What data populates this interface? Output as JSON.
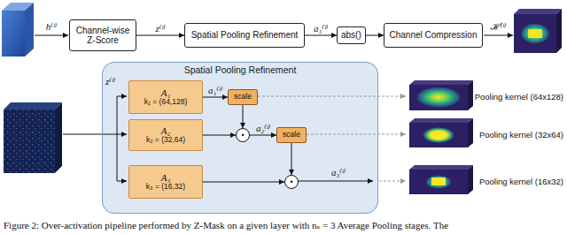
{
  "diagram": {
    "caption": "Figure 2: Over-activation pipeline performed by Z-Mask on a given layer with nₛ = 3 Average Pooling stages. The",
    "nodes": [
      {
        "text": [
          "Channel-wise Z-Score"
        ]
      },
      {
        "text": [
          "Spatial Pooling Refinement"
        ]
      },
      {
        "text": [
          "abs()"
        ]
      },
      {
        "text": [
          "Channel Compression"
        ]
      },
      {
        "text": [
          "Spatial Pooling Refinement"
        ]
      },
      {
        "text": [
          "A₁",
          "k₁ = (64,128)"
        ],
        "in": 4
      },
      {
        "text": [
          "A₂",
          "k₂ = (32,64)"
        ],
        "in": 4
      },
      {
        "text": [
          "A₃",
          "k₃ = (16,32)"
        ],
        "in": 4
      },
      {
        "text": [
          "scale"
        ],
        "in": 4
      },
      {
        "text": [
          "•"
        ],
        "in": 4
      },
      {
        "text": [
          "scale"
        ],
        "in": 4
      },
      {
        "text": [
          "•"
        ],
        "in": 4
      }
    ],
    "edges": [
      {
        "from": 0,
        "to": 1,
        "arrow": "to",
        "label": "z⁽ˡ⁾"
      },
      {
        "from": 1,
        "to": 2,
        "arrow": "to",
        "label": "a₃⁽ˡ⁾"
      },
      {
        "from": 2,
        "to": 3,
        "arrow": "to"
      },
      {
        "from": 5,
        "to": 8,
        "arrow": "to",
        "label": "a₁⁽ˡ⁾"
      },
      {
        "from": 8,
        "to": 9,
        "arrow": "to"
      },
      {
        "from": 6,
        "to": 9,
        "arrow": "to"
      },
      {
        "from": 9,
        "to": 10,
        "arrow": "to",
        "label": "a₂⁽ˡ⁾"
      },
      {
        "from": 10,
        "to": 11,
        "arrow": "to"
      },
      {
        "from": 7,
        "to": 11,
        "arrow": "to"
      }
    ],
    "labels": [
      "h⁽ˡ⁾",
      "ℋ⁽ˡ⁾",
      "z⁽ˡ⁾",
      "a₃⁽ˡ⁾",
      "Pooling kernel (64x128)",
      "Pooling kernel (32x64)",
      "Pooling kernel (16x32)"
    ]
  }
}
